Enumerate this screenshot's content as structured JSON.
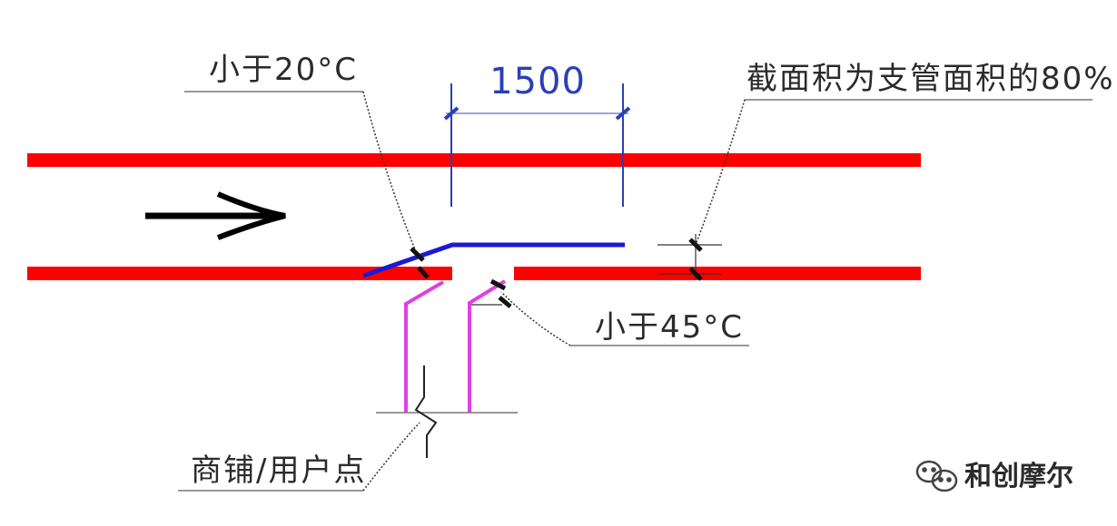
{
  "labels": {
    "angle_top": "小于20°C",
    "dimension": "1500",
    "section_area": "截面积为支管面积的80%",
    "angle_bottom": "小于45°C",
    "branch": "商铺/用户点"
  },
  "watermark": {
    "text": "和创摩尔",
    "icon": "wechat-icon"
  },
  "colors": {
    "main_pipe": "#ff0000",
    "deflector": "#1a1ad6",
    "dimension": "#2a3fb8",
    "branch_pipe": "#e040e0",
    "arrow": "#000000",
    "leader": "#333333"
  }
}
